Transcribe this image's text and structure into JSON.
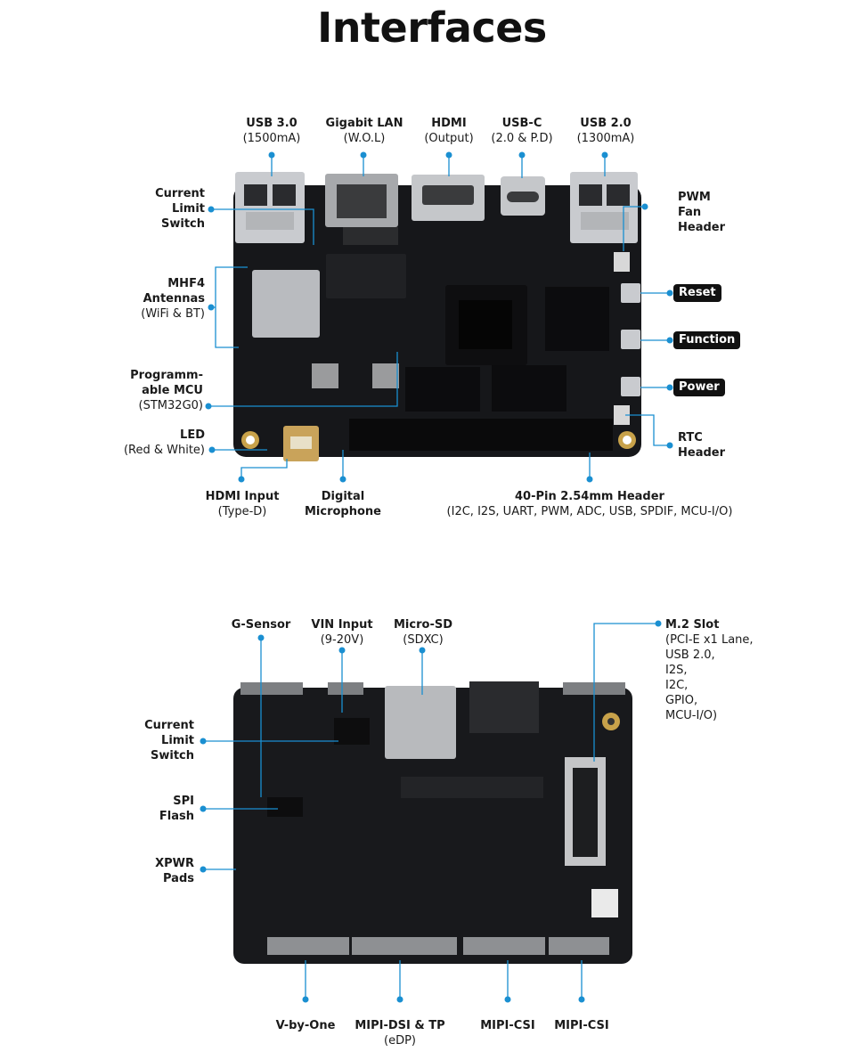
{
  "title": "Interfaces",
  "colors": {
    "accent": "#1a8fd1",
    "board": "#151618",
    "tag": "#111111"
  },
  "top_labels": {
    "usb3": {
      "title": "USB 3.0",
      "sub": "(1500mA)"
    },
    "lan": {
      "title": "Gigabit LAN",
      "sub": "(W.O.L)"
    },
    "hdmi": {
      "title": "HDMI",
      "sub": "(Output)"
    },
    "usbc": {
      "title": "USB-C",
      "sub": "(2.0 & P.D)"
    },
    "usb2": {
      "title": "USB 2.0",
      "sub": "(1300mA)"
    },
    "current_limit": {
      "line1": "Current",
      "line2": "Limit",
      "line3": "Switch"
    },
    "mhf4": {
      "title": "MHF4",
      "title2": "Antennas",
      "sub": "(WiFi & BT)"
    },
    "mcu": {
      "title": "Programm-",
      "title2": "able MCU",
      "sub": "(STM32G0)"
    },
    "led": {
      "title": "LED",
      "sub": "(Red & White)"
    },
    "hdmi_in": {
      "title": "HDMI Input",
      "sub": "(Type-D)"
    },
    "mic": {
      "title": "Digital",
      "title2": "Microphone"
    },
    "header40": {
      "title": "40-Pin 2.54mm Header",
      "sub": "(I2C, I2S, UART, PWM, ADC, USB, SPDIF, MCU-I/O)"
    },
    "pwm_fan": {
      "line1": "PWM",
      "line2": "Fan",
      "line3": "Header"
    },
    "reset": "Reset",
    "function": "Function",
    "power": "Power",
    "rtc": {
      "line1": "RTC",
      "line2": "Header"
    }
  },
  "bottom_labels": {
    "gsensor": {
      "title": "G-Sensor"
    },
    "vin": {
      "title": "VIN Input",
      "sub": "(9-20V)"
    },
    "microsd": {
      "title": "Micro-SD",
      "sub": "(SDXC)"
    },
    "m2": {
      "title": "M.2 Slot",
      "l1": "(PCI-E x1 Lane,",
      "l2": "USB 2.0,",
      "l3": "I2S,",
      "l4": "I2C,",
      "l5": "GPIO,",
      "l6": "MCU-I/O)"
    },
    "current_limit": {
      "line1": "Current",
      "line2": "Limit",
      "line3": "Switch"
    },
    "spi": {
      "line1": "SPI",
      "line2": "Flash"
    },
    "xpwr": {
      "line1": "XPWR",
      "line2": "Pads"
    },
    "vbyone": {
      "title": "V-by-One"
    },
    "mipi_dsi": {
      "title": "MIPI-DSI & TP",
      "sub": "(eDP)"
    },
    "mipi_csi1": {
      "title": "MIPI-CSI"
    },
    "mipi_csi2": {
      "title": "MIPI-CSI"
    }
  }
}
